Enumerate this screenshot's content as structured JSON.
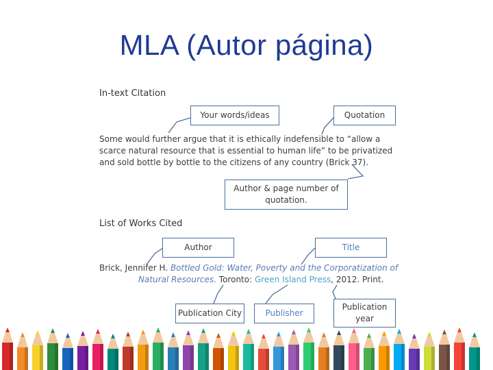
{
  "slide": {
    "title": "MLA (Autor página)"
  },
  "intext": {
    "heading": "In-text Citation",
    "lines": [
      "Some would further  argue that it is ethically indefensible to  “allow a",
      "scarce natural resource that is essential to human life” to be privatized",
      "and sold bottle by bottle to the citizens of any country (Brick 37)."
    ],
    "labels": {
      "words": "Your words/ideas",
      "quotation": "Quotation",
      "author_page_1": "Author & page number of",
      "author_page_2": "quotation."
    }
  },
  "works": {
    "heading": "List of Works Cited",
    "entry": {
      "author": "Brick, Jennifer H. ",
      "title_1": "Bottled Gold: Water, Poverty and the Corporatization of",
      "title_2": "Natural Resources.",
      "city": " Toronto: ",
      "publisher": "Green Island Press",
      "tail": ", 2012. Print."
    },
    "labels": {
      "author": "Author",
      "title": "Title",
      "city": "Publication City",
      "publisher": "Publisher",
      "year_1": "Publication",
      "year_2": "year"
    }
  },
  "colors": {
    "title": "#1f3a93",
    "box_border": "#4a6f9c",
    "italic_title": "#5a7ab5",
    "publisher": "#4aa3c8"
  }
}
